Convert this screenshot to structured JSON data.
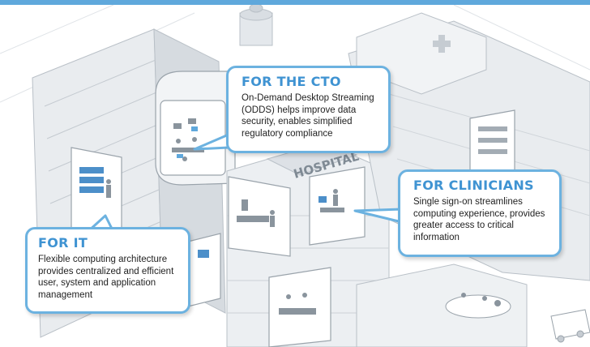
{
  "callouts": {
    "cto": {
      "heading": "FOR THE CTO",
      "body": "On-Demand Desktop Streaming (ODDS) helps improve data security, enables simplified regulatory compliance"
    },
    "clinicians": {
      "heading": "FOR CLINICIANS",
      "body": "Single sign-on streamlines computing experience, provides greater access to critical information"
    },
    "it": {
      "heading": "FOR IT",
      "body": "Flexible computing architecture provides centralized and efficient user, system and application management"
    }
  },
  "building": {
    "sign": "HOSPITAL"
  },
  "colors": {
    "accent": "#5fa8dc",
    "heading": "#3f93d2",
    "outline": "#6cb2e0",
    "structure": "#e8ebee"
  }
}
